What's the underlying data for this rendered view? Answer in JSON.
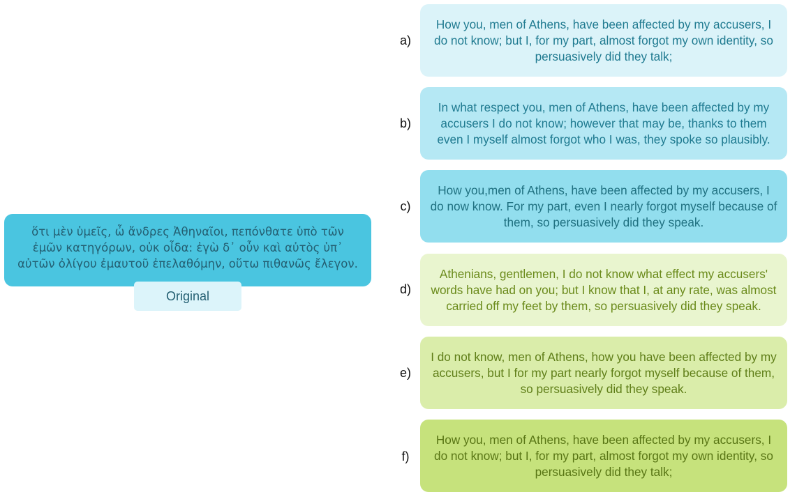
{
  "original": {
    "text": "ὅτι μὲν ὑμεῖς, ὦ ἄνδρες Ἀθηναῖοι, πεπόνθατε ὑπὸ τῶν ἐμῶν κατηγόρων, οὐκ οἶδα: ἐγὼ δ᾽ οὖν καὶ αὐτὸς ὑπ᾽ αὐτῶν ὀλίγου ἐμαυτοῦ ἐπελαθόμην, οὕτω πιθανῶς ἔλεγον.",
    "label": "Original",
    "box_color": "#4ac5e0",
    "label_color": "#dcf4fa"
  },
  "options": [
    {
      "letter": "a)",
      "text": "How you, men of Athens, have been affected by my accusers, I do not know; but I, for my part, almost forgot my own identity, so persuasively did they talk;",
      "bg": "#dbf3f9",
      "fg": "#1f7a90"
    },
    {
      "letter": "b)",
      "text": "In what respect you, men of Athens, have been affected by my accusers I do not know; however that may be, thanks to them even I myself almost forgot who I was, they spoke so plausibly.",
      "bg": "#b5e8f4",
      "fg": "#1f7a90"
    },
    {
      "letter": "c)",
      "text": "How you,men of Athens, have been affected by my accusers, I do now know. For my part, even I nearly forgot myself because of them, so persuasively did they speak.",
      "bg": "#92deee",
      "fg": "#1f7080"
    },
    {
      "letter": "d)",
      "text": "Athenians, gentlemen, I do not know what effect my accusers' words have had on you; but I know that I, at any rate, was almost carried off my feet by them, so persuasively did they speak.",
      "bg": "#e9f5cf",
      "fg": "#6a8a1a"
    },
    {
      "letter": "e)",
      "text": "I do not know, men of Athens, how you have been affected by my accusers, but I for my part nearly forgot myself because of them, so persuasively did they speak.",
      "bg": "#daedaa",
      "fg": "#5f7e18"
    },
    {
      "letter": "f)",
      "text": "How you, men of Athens, have been affected by my accusers, I do not know; but I, for my part, almost forgot my own identity, so persuasively did they talk;",
      "bg": "#c6e27c",
      "fg": "#587514"
    }
  ]
}
